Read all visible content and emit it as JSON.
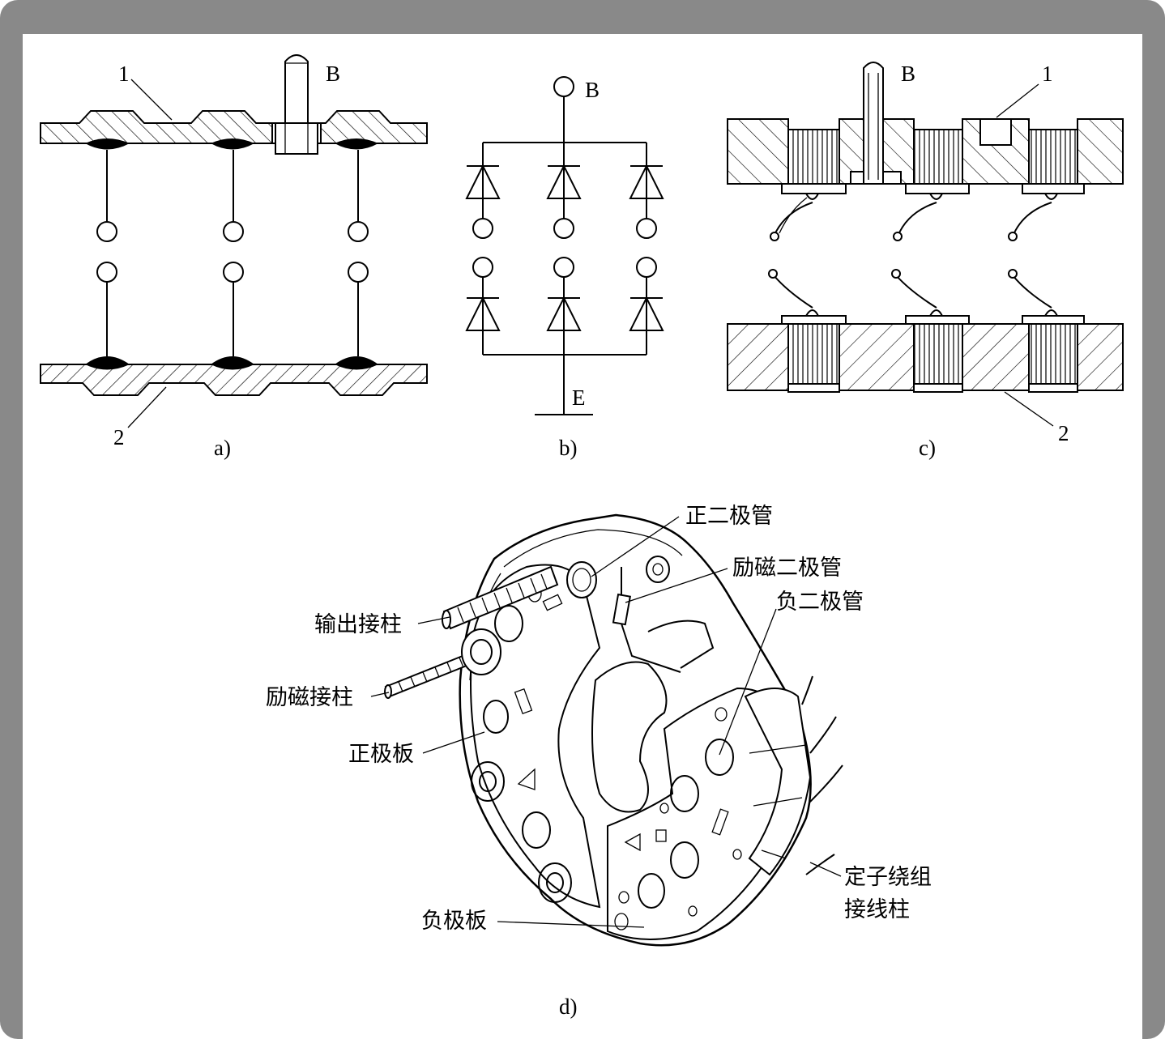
{
  "colors": {
    "frame": "#898989",
    "background": "#ffffff",
    "ink": "#000000"
  },
  "panel_a": {
    "caption": "a)",
    "label_plate_top": "1",
    "label_plate_bottom": "2",
    "label_terminal": "B"
  },
  "panel_b": {
    "caption": "b)",
    "label_top": "B",
    "label_bottom": "E"
  },
  "panel_c": {
    "caption": "c)",
    "label_terminal": "B",
    "label_plate_top": "1",
    "label_plate_bottom": "2"
  },
  "panel_d": {
    "caption": "d)",
    "callouts": {
      "positive_diode": "正二极管",
      "excitation_diode": "励磁二极管",
      "negative_diode": "负二极管",
      "output_terminal": "输出接柱",
      "excitation_terminal": "励磁接柱",
      "positive_plate": "正极板",
      "stator_terminal_line1": "定子绕组",
      "stator_terminal_line2": "接线柱",
      "negative_plate": "负极板"
    }
  }
}
